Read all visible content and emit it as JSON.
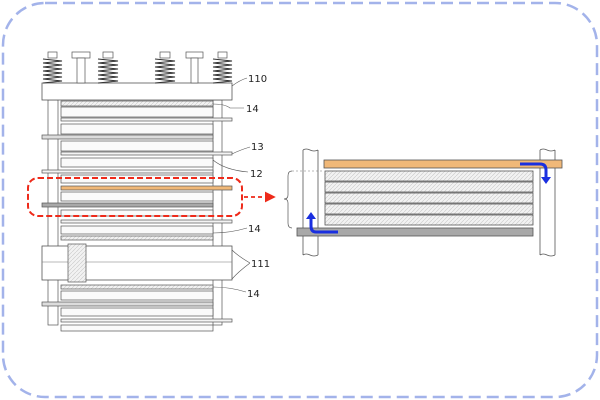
{
  "labels": {
    "top_plate": "110",
    "plate_14_top": "14",
    "plate_13": "13",
    "plate_12": "12",
    "plate_14_mid": "14",
    "middle_plate": "111",
    "plate_14_bottom": "14"
  },
  "colors": {
    "frame_border": "#a3b3ea",
    "highlight_box": "#ee2a1a",
    "orange_plate": "#f0b878",
    "gray_plate": "#a8a8a8",
    "flow_arrow": "#1a2fe0"
  }
}
